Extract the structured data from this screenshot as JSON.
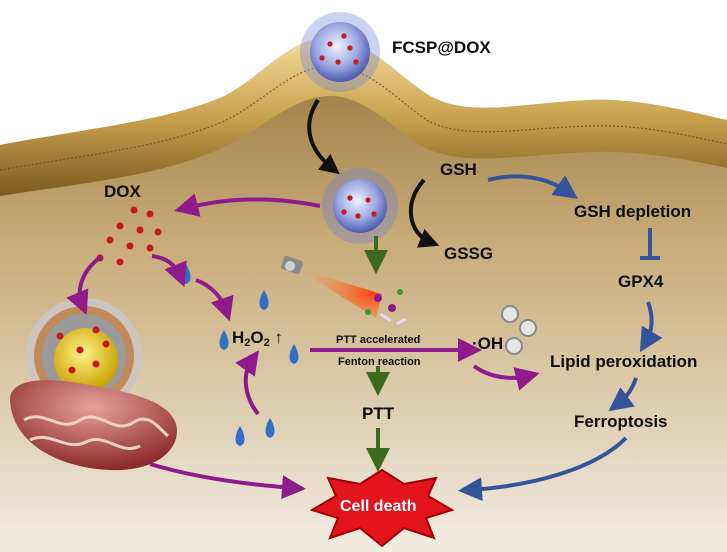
{
  "labels": {
    "nanoparticle": "FCSP@DOX",
    "dox": "DOX",
    "gsh": "GSH",
    "gssg": "GSSG",
    "gsh_depletion": "GSH depletion",
    "gpx4": "GPX4",
    "h2o2_main": "H",
    "h2o2_sub1": "2",
    "h2o2_mid": "O",
    "h2o2_sub2": "2",
    "ptt_line1": "PTT accelerated",
    "ptt_line2": "Fenton reaction",
    "hydroxyl": "·OH",
    "lipid_peroxidation": "Lipid peroxidation",
    "ferroptosis": "Ferroptosis",
    "ptt": "PTT",
    "cell_death": "Cell death"
  },
  "colors": {
    "magenta_arrow": "#8f1a8c",
    "blue_arrow": "#34539a",
    "green_arrow": "#3b6a1e",
    "black_arrow": "#111111",
    "cell_death_fill": "#e4141c",
    "droplet": "#2f6fc6",
    "dox_dot": "#c41a1a",
    "membrane": "#d9b66a"
  }
}
